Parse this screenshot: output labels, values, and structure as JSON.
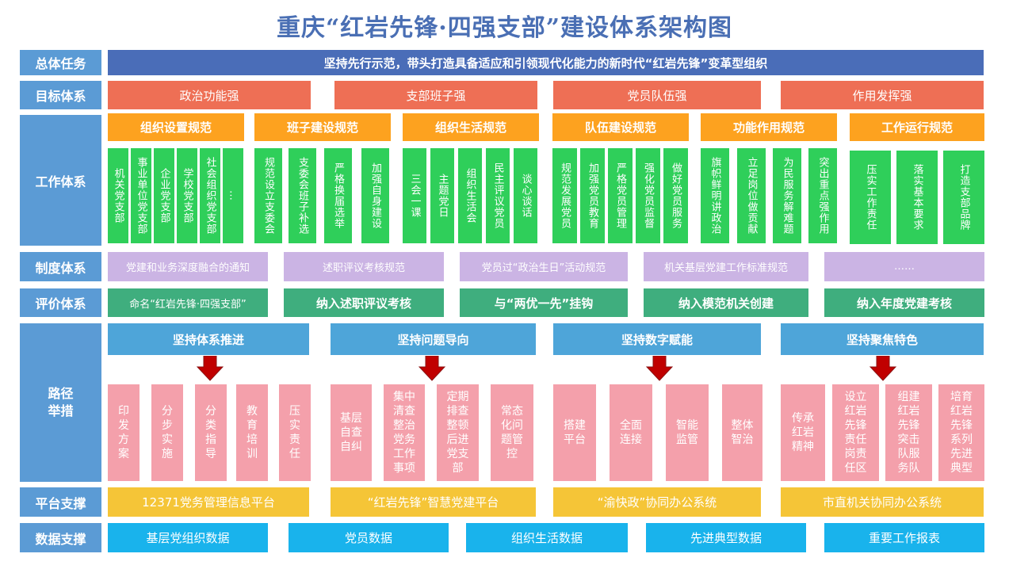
{
  "title": "重庆“红岩先锋·四强支部”建设体系架构图",
  "rows": {
    "task": "总体任务",
    "goal": "目标体系",
    "work": "工作体系",
    "system": "制度体系",
    "eval": "评价体系",
    "path": "路径举措",
    "platform": "平台支撑",
    "data": "数据支撑"
  },
  "task_text": "坚持先行示范，带头打造具备适应和引领现代化能力的新时代“红岩先锋”变革型组织",
  "goals": [
    "政治功能强",
    "支部班子强",
    "党员队伍强",
    "作用发挥强"
  ],
  "work_groups": [
    {
      "label": "组织设置规范",
      "items": [
        "机关党支部",
        "事业单位党支部",
        "企业党支部",
        "学校党支部",
        "社会组织党支部",
        "…"
      ]
    },
    {
      "label": "班子建设规范",
      "items": [
        "规范设立支委会",
        "支委会班子补选",
        "严格换届选举",
        "加强自身建设"
      ]
    },
    {
      "label": "组织生活规范",
      "items": [
        "三会一课",
        "主题党日",
        "组织生活会",
        "民主评议党员",
        "谈心谈话"
      ]
    },
    {
      "label": "队伍建设规范",
      "items": [
        "规范发展党员",
        "加强党员教育",
        "严格党员管理",
        "强化党员监督",
        "做好党员服务"
      ]
    },
    {
      "label": "功能作用规范",
      "items": [
        "旗帜鲜明讲政治",
        "立足岗位做贡献",
        "为民服务解难题",
        "突出重点强作用"
      ]
    },
    {
      "label": "工作运行规范",
      "items": [
        "压实工作责任",
        "落实基本要求",
        "打造支部品牌"
      ]
    }
  ],
  "systems": [
    "党建和业务深度融合的通知",
    "述职评议考核规范",
    "党员过“政治生日”活动规范",
    "机关基层党建工作标准规范",
    "……"
  ],
  "evals": [
    "命名“红岩先锋·四强支部”",
    "纳入述职评议考核",
    "与“两优一先”挂钩",
    "纳入模范机关创建",
    "纳入年度党建考核"
  ],
  "paths": [
    {
      "label": "坚持体系推进",
      "items": [
        "印发方案",
        "分步实施",
        "分类指导",
        "教育培训",
        "压实责任"
      ]
    },
    {
      "label": "坚持问题导向",
      "items": [
        "基层自查自纠",
        "集中清查整治党务工作事项",
        "定期排查整顿后进党支部",
        "常态化问题管控"
      ]
    },
    {
      "label": "坚持数字赋能",
      "items": [
        "搭建平台",
        "全面连接",
        "智能监管",
        "整体智治"
      ]
    },
    {
      "label": "坚持聚焦特色",
      "items": [
        "传承红岩精神",
        "设立红岩先锋责任岗责任区",
        "组建红岩先锋突击队服务队",
        "培育红岩先锋系列先进典型"
      ]
    }
  ],
  "platforms": [
    "12371党务管理信息平台",
    "“红岩先锋”智慧党建平台",
    "“渝快政”协同办公系统",
    "市直机关协同办公系统"
  ],
  "datas": [
    "基层党组织数据",
    "党员数据",
    "组织生活数据",
    "先进典型数据",
    "重要工作报表"
  ],
  "colors": {
    "header": "#5b9bd5",
    "task": "#4a6db8",
    "goal": "#ee6f55",
    "work_title": "#fda21f",
    "work_item": "#2fcf5a",
    "system": "#cbb4e4",
    "eval": "#3fae7e",
    "path_title": "#4ea5d9",
    "path_item": "#f4a0ab",
    "arrow": "#c00000",
    "platform": "#f5c537",
    "data": "#19b3ec"
  }
}
